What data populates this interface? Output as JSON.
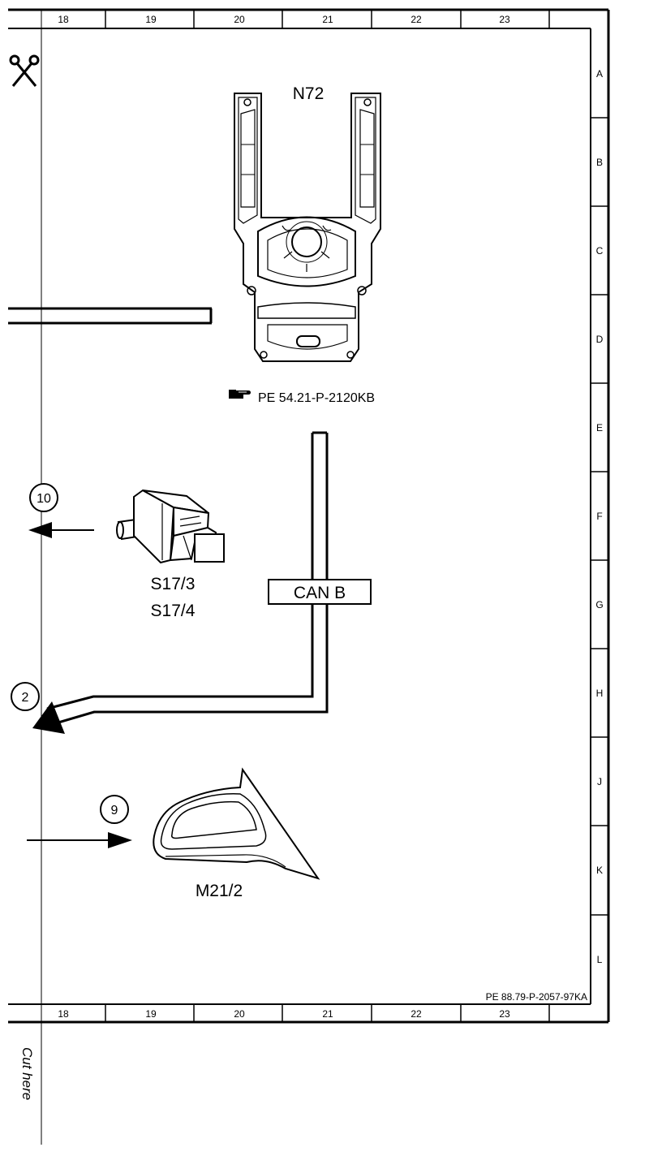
{
  "frame": {
    "columns": [
      "18",
      "19",
      "20",
      "21",
      "22",
      "23"
    ],
    "rows": [
      "A",
      "B",
      "C",
      "D",
      "E",
      "F",
      "G",
      "H",
      "J",
      "K",
      "L"
    ]
  },
  "components": {
    "n72": {
      "label": "N72",
      "reference": "PE 54.21-P-2120KB"
    },
    "switch": {
      "labels": [
        "S17/3",
        "S17/4"
      ]
    },
    "mirror": {
      "label": "M21/2"
    }
  },
  "bus": {
    "label": "CAN B"
  },
  "connectors": [
    "10",
    "2",
    "9"
  ],
  "footer": {
    "doc_id": "PE 88.79-P-2057-97KA",
    "cut_text": "Cut here"
  }
}
